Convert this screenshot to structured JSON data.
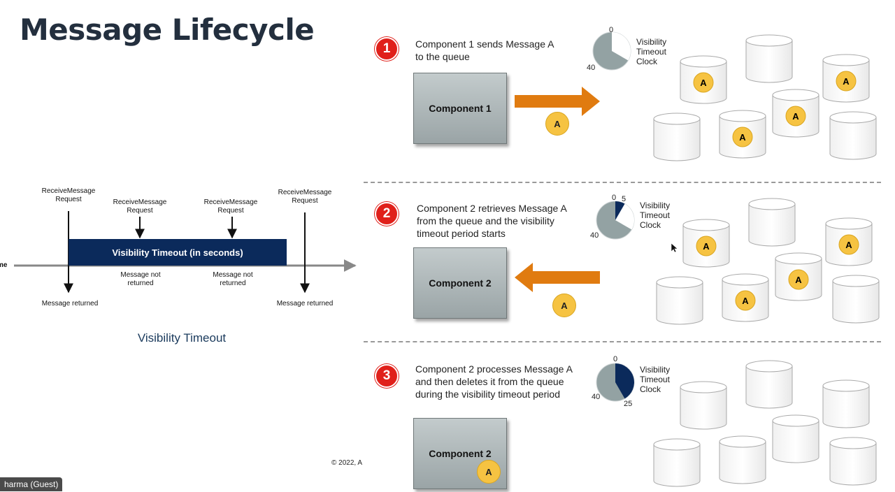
{
  "title": "Message Lifecycle",
  "vt_caption": "Visibility Timeout",
  "vt_diagram": {
    "time_label": "me",
    "bar_label": "Visibility Timeout (in seconds)",
    "requests": [
      {
        "label": "ReceiveMessage Request"
      },
      {
        "label": "ReceiveMessage Request"
      },
      {
        "label": "ReceiveMessage Request"
      },
      {
        "label": "ReceiveMessage Request"
      }
    ],
    "results": [
      {
        "label": "Message returned"
      },
      {
        "label": "Message not returned"
      },
      {
        "label": "Message not returned"
      },
      {
        "label": "Message returned"
      }
    ]
  },
  "steps": [
    {
      "number": "1",
      "text": "Component 1 sends Message A to the queue",
      "component": "Component 1",
      "message": "A",
      "clock": {
        "label": "Visibility Timeout Clock",
        "nums": [
          "0",
          "40"
        ],
        "elapsed": 0
      },
      "queue_messages": [
        "A",
        "A",
        "A",
        "A"
      ]
    },
    {
      "number": "2",
      "text": "Component 2 retrieves Message A from the queue and the visibility timeout period starts",
      "component": "Component 2",
      "message": "A",
      "clock": {
        "label": "Visibility Timeout Clock",
        "nums": [
          "0",
          "5",
          "40"
        ],
        "elapsed": 5
      },
      "queue_messages": [
        "A",
        "A",
        "A",
        "A"
      ]
    },
    {
      "number": "3",
      "text": "Component 2 processes Message A and then deletes it from the queue during the visibility timeout period",
      "component": "Component 2",
      "message": "A",
      "clock": {
        "label": "Visibility Timeout Clock",
        "nums": [
          "0",
          "40",
          "25"
        ],
        "elapsed": 25
      },
      "queue_messages": []
    }
  ],
  "copyright": "© 2022, A",
  "participant": "harma (Guest)",
  "colors": {
    "accent_orange": "#e07b10",
    "navy": "#0b2a5b",
    "badge_red": "#e0201a",
    "message_yellow": "#f6c342"
  }
}
